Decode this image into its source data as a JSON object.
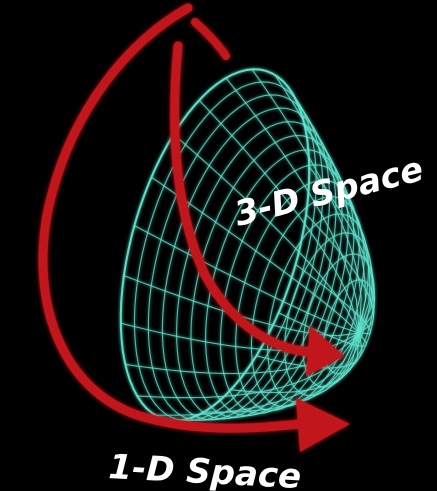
{
  "labels": {
    "three_d": "3-D Space",
    "one_d": "1-D Space"
  },
  "colors": {
    "background": "#000000",
    "mesh": "#5fe6cf",
    "mesh_glow": "#1f8a7a",
    "arrow": "#c0141e",
    "arrow_dark": "#7a0a10",
    "text": "#ffffff"
  },
  "mesh": {
    "rings": 14,
    "meridians": 22
  }
}
